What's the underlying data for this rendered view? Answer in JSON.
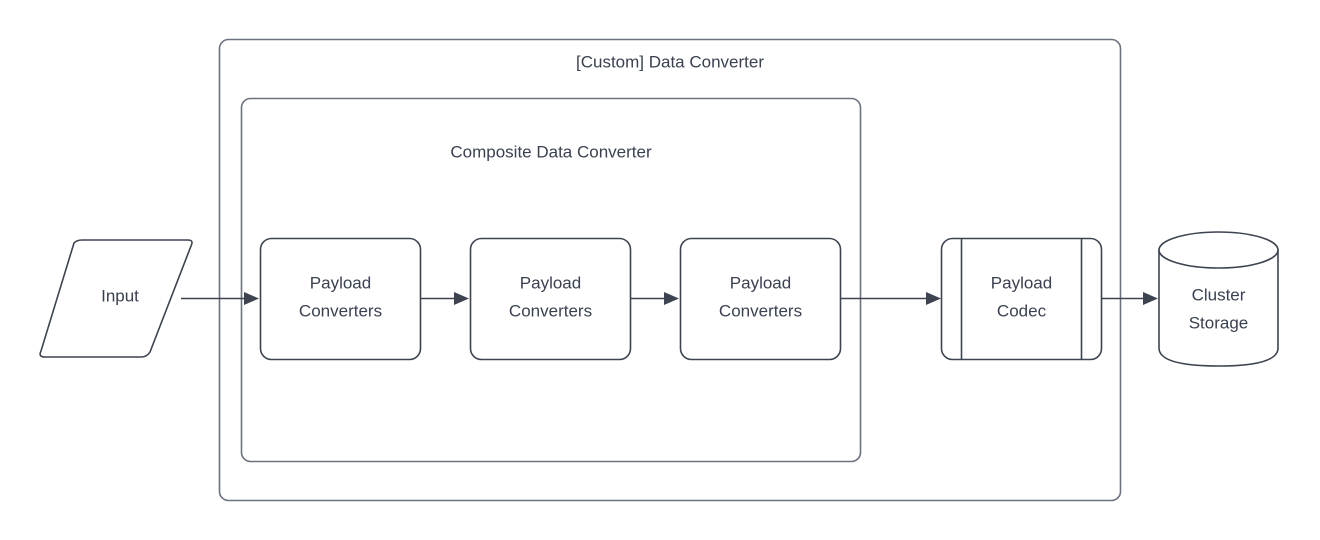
{
  "diagram": {
    "type": "flowchart",
    "title": "[Custom] Data Converter",
    "background_color": "#ffffff",
    "stroke_color": "#3d4450",
    "container_stroke_color": "#6b7280",
    "text_color": "#3a4150"
  },
  "containers": {
    "outer": {
      "label": "[Custom] Data Converter",
      "shape": "rounded-rectangle"
    },
    "inner": {
      "label": "Composite Data Converter",
      "shape": "rounded-rectangle"
    }
  },
  "nodes": {
    "input": {
      "label": "Input",
      "shape": "parallelogram"
    },
    "converter_1": {
      "line1": "Payload",
      "line2": "Converters",
      "shape": "rounded-rectangle"
    },
    "converter_2": {
      "line1": "Payload",
      "line2": "Converters",
      "shape": "rounded-rectangle"
    },
    "converter_3": {
      "line1": "Payload",
      "line2": "Converters",
      "shape": "rounded-rectangle"
    },
    "codec": {
      "line1": "Payload",
      "line2": "Codec",
      "shape": "process"
    },
    "storage": {
      "line1": "Cluster",
      "line2": "Storage",
      "shape": "cylinder"
    }
  },
  "edges": [
    {
      "from": "input",
      "to": "converter_1",
      "arrow": "single"
    },
    {
      "from": "converter_1",
      "to": "converter_2",
      "arrow": "single"
    },
    {
      "from": "converter_2",
      "to": "converter_3",
      "arrow": "single"
    },
    {
      "from": "converter_3",
      "to": "codec",
      "arrow": "single"
    },
    {
      "from": "codec",
      "to": "storage",
      "arrow": "single"
    }
  ]
}
